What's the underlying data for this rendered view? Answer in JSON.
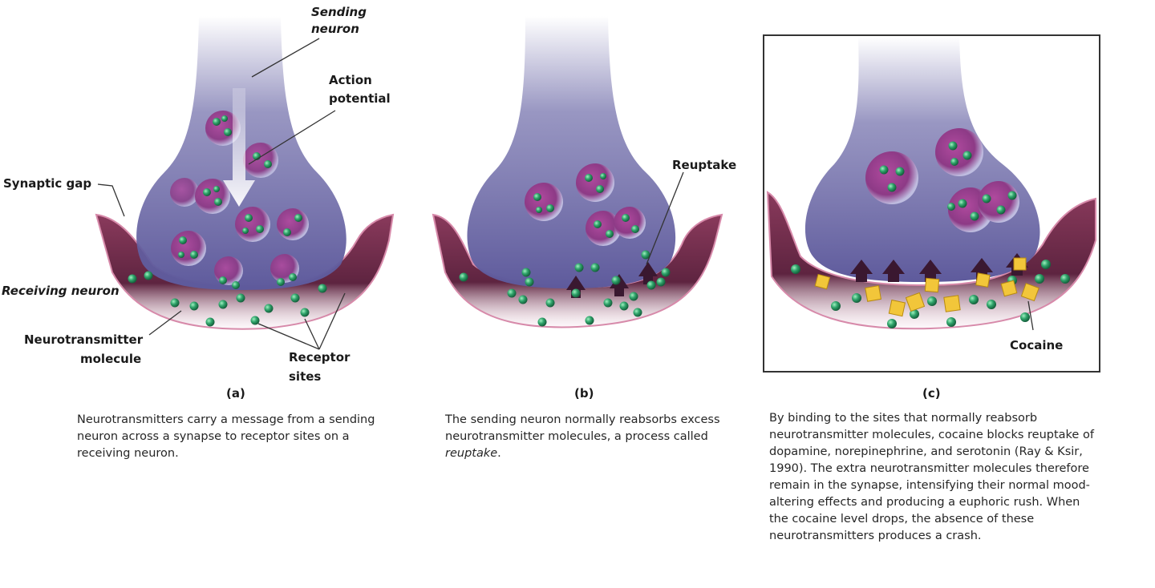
{
  "labels": {
    "sending_neuron_1": "Sending",
    "sending_neuron_2": "neuron",
    "action_potential_1": "Action",
    "action_potential_2": "potential",
    "synaptic_gap": "Synaptic gap",
    "receiving_neuron": "Receiving neuron",
    "neurotransmitter_1": "Neurotransmitter",
    "neurotransmitter_2": "molecule",
    "receptor_1": "Receptor",
    "receptor_2": "sites",
    "reuptake": "Reuptake",
    "cocaine": "Cocaine"
  },
  "panels": [
    {
      "letter": "(a)",
      "caption": "Neurotransmitters carry a message from a sending neuron across a synapse to receptor sites on a receiving neuron."
    },
    {
      "letter": "(b)",
      "caption_before": "The sending neuron normally reabsorbs excess neurotransmitter molecules, a process called ",
      "caption_emph": "reuptake",
      "caption_after": "."
    },
    {
      "letter": "(c)",
      "caption": "By binding to the sites that normally reabsorb neurotransmitter molecules, cocaine blocks reuptake of dopamine, norepinephrine, and serotonin (Ray & Ksir, 1990). The extra neurotransmitter molecules therefore remain in the synapse, intensifying their normal mood-altering effects and producing a euphoric rush. When the cocaine level drops, the absence of these neurotransmitters produces a crash."
    }
  ],
  "colors": {
    "neuron": "#6d6aa8",
    "receiving": "#6e2a48",
    "vesicle_fill": "#9a3a8a",
    "molecule": "#2fa36a",
    "cocaine": "#f2c63a"
  }
}
